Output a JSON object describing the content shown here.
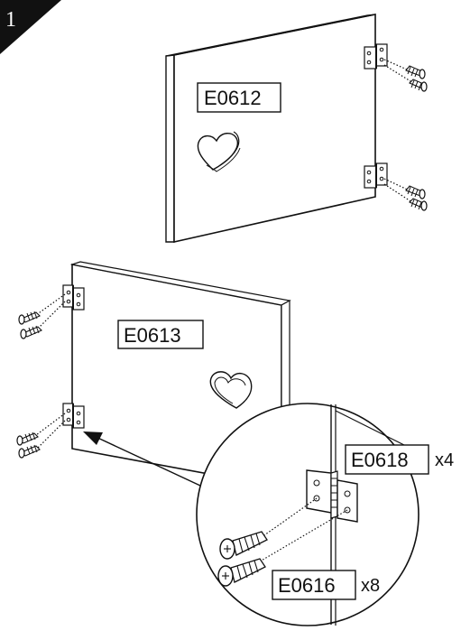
{
  "step": {
    "number": "1"
  },
  "panels": [
    {
      "part_code": "E0612"
    },
    {
      "part_code": "E0613"
    }
  ],
  "callout": {
    "hinge": {
      "part_code": "E0618",
      "quantity": "x4"
    },
    "screw": {
      "part_code": "E0616",
      "quantity": "x8"
    }
  }
}
